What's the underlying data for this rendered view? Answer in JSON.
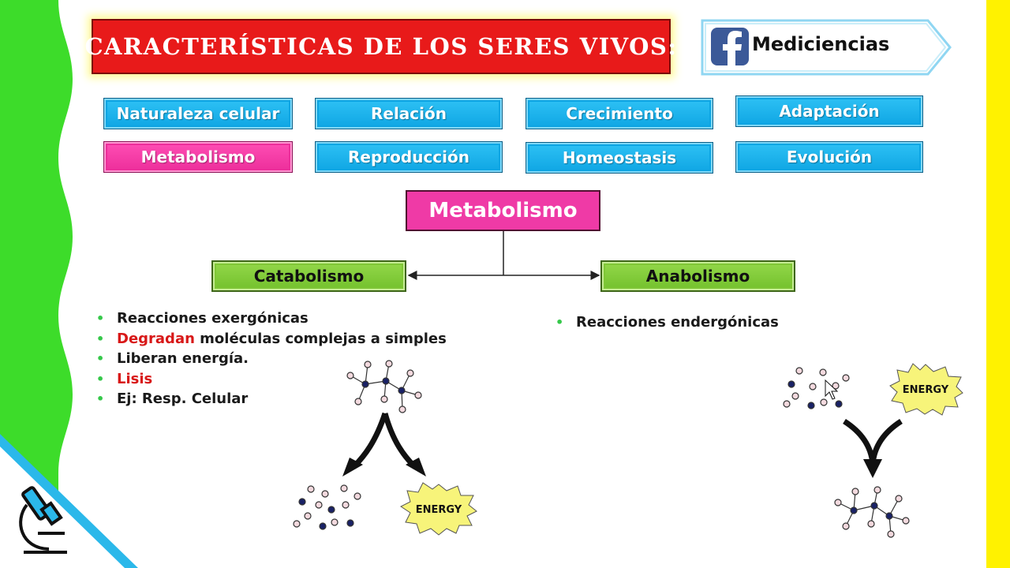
{
  "slide": {
    "title": "CARACTERÍSTICAS DE LOS SERES VIVOS:",
    "brand": "Mediciencias",
    "brand_icon": "facebook-icon",
    "colors": {
      "title_bg": "#e81a1a",
      "chip_blue": "#17aee8",
      "chip_active": "#ec2d9a",
      "branch": "#7fc636",
      "left_band": "#3ddc2a",
      "right_band": "#fff200"
    }
  },
  "chips": [
    {
      "label": "Naturaleza celular",
      "active": false
    },
    {
      "label": "Relación",
      "active": false
    },
    {
      "label": "Crecimiento",
      "active": false
    },
    {
      "label": "Adaptación",
      "active": false
    },
    {
      "label": "Metabolismo",
      "active": true
    },
    {
      "label": "Reproducción",
      "active": false
    },
    {
      "label": "Homeostasis",
      "active": false
    },
    {
      "label": "Evolución",
      "active": false
    }
  ],
  "concept": {
    "root": "Metabolismo",
    "left": "Catabolismo",
    "right": "Anabolismo"
  },
  "catabolism_points": {
    "p1": "Reacciones exergónicas",
    "p2_red": "Degradan",
    "p2_rest": " moléculas complejas a simples",
    "p3": "Liberan energía.",
    "p4_red": "Lisis",
    "p5": "Ej: Resp. Celular"
  },
  "anabolism_points": {
    "p1": "Reacciones endergónicas"
  },
  "energy_label": "ENERGY"
}
